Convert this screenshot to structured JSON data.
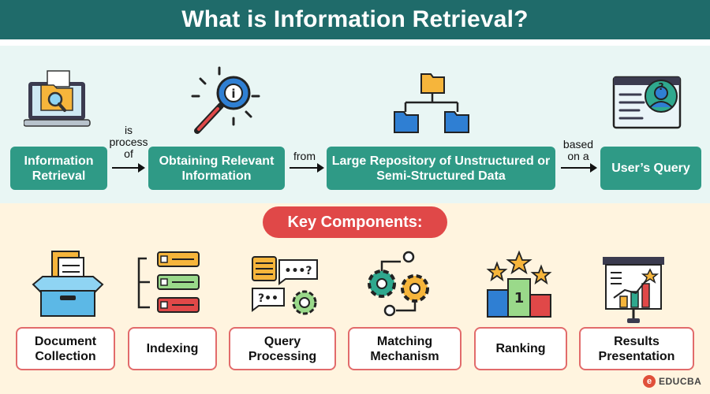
{
  "title": "What is Information Retrieval?",
  "flow": {
    "box1": "Information Retrieval",
    "conn1": "is process of",
    "box2": "Obtaining Relevant Information",
    "conn2": "from",
    "box3": "Large Repository of Unstructured or Semi-Structured Data",
    "conn3": "based on a",
    "box4": "User’s Query"
  },
  "key_components_label": "Key Components:",
  "components": [
    {
      "label": "Document Collection",
      "icon": "open-box-documents-icon"
    },
    {
      "label": "Indexing",
      "icon": "index-list-icon"
    },
    {
      "label": "Query Processing",
      "icon": "chat-gear-icon"
    },
    {
      "label": "Matching Mechanism",
      "icon": "gears-connected-icon"
    },
    {
      "label": "Ranking",
      "icon": "podium-stars-icon"
    },
    {
      "label": "Results Presentation",
      "icon": "presentation-board-icon"
    }
  ],
  "brand": {
    "name": "EDUCBA",
    "mark": "e"
  },
  "colors": {
    "header": "#1f6b6a",
    "flow_box": "#2f9a86",
    "accent_red": "#e04848",
    "top_bg": "#e9f6f4",
    "bottom_bg": "#fff4df"
  }
}
